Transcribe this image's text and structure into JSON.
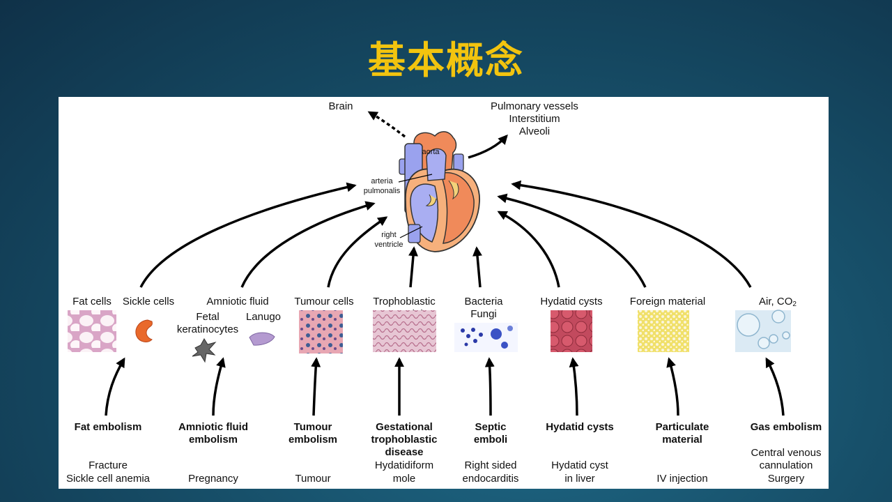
{
  "slide": {
    "title": "基本概念"
  },
  "heart": {
    "labels": {
      "aorta": "aorta",
      "arteria": "arteria",
      "pulmonalis": "pulmonalis",
      "right": "right",
      "ventricle": "ventricle"
    }
  },
  "destinations": {
    "brain": "Brain",
    "lung_lines": [
      "Pulmonary vessels",
      "Interstitium",
      "Alveoli"
    ]
  },
  "columns": [
    {
      "source": "Fat cells",
      "source2": "Sickle cells",
      "type": [
        "Fat embolism"
      ],
      "cause": [
        "Fracture",
        "Sickle cell anemia"
      ]
    },
    {
      "source": "Amniotic fluid",
      "sub": [
        "Fetal",
        "keratinocytes"
      ],
      "sub2": "Lanugo",
      "type": [
        "Amniotic fluid",
        "embolism"
      ],
      "cause": [
        "Pregnancy"
      ]
    },
    {
      "source": "Tumour cells",
      "type": [
        "Tumour",
        "embolism"
      ],
      "cause": [
        "Tumour"
      ]
    },
    {
      "source_lines": [
        "Trophoblastic",
        "material"
      ],
      "type": [
        "Gestational",
        "trophoblastic",
        "disease"
      ],
      "cause": [
        "Hydatidiform",
        "mole"
      ]
    },
    {
      "source_lines": [
        "Bacteria",
        "Fungi"
      ],
      "type": [
        "Septic",
        "emboli"
      ],
      "cause": [
        "Right sided",
        "endocarditis"
      ]
    },
    {
      "source": "Hydatid cysts",
      "type": [
        "Hydatid cysts"
      ],
      "cause": [
        "Hydatid cyst",
        "in liver"
      ]
    },
    {
      "source": "Foreign material",
      "type": [
        "Particulate",
        "material"
      ],
      "cause": [
        "IV injection"
      ]
    },
    {
      "source": "Air, CO",
      "source_sub": "2",
      "type": [
        "Gas embolism"
      ],
      "cause": [
        "Central venous",
        "cannulation",
        "Surgery"
      ]
    }
  ]
}
